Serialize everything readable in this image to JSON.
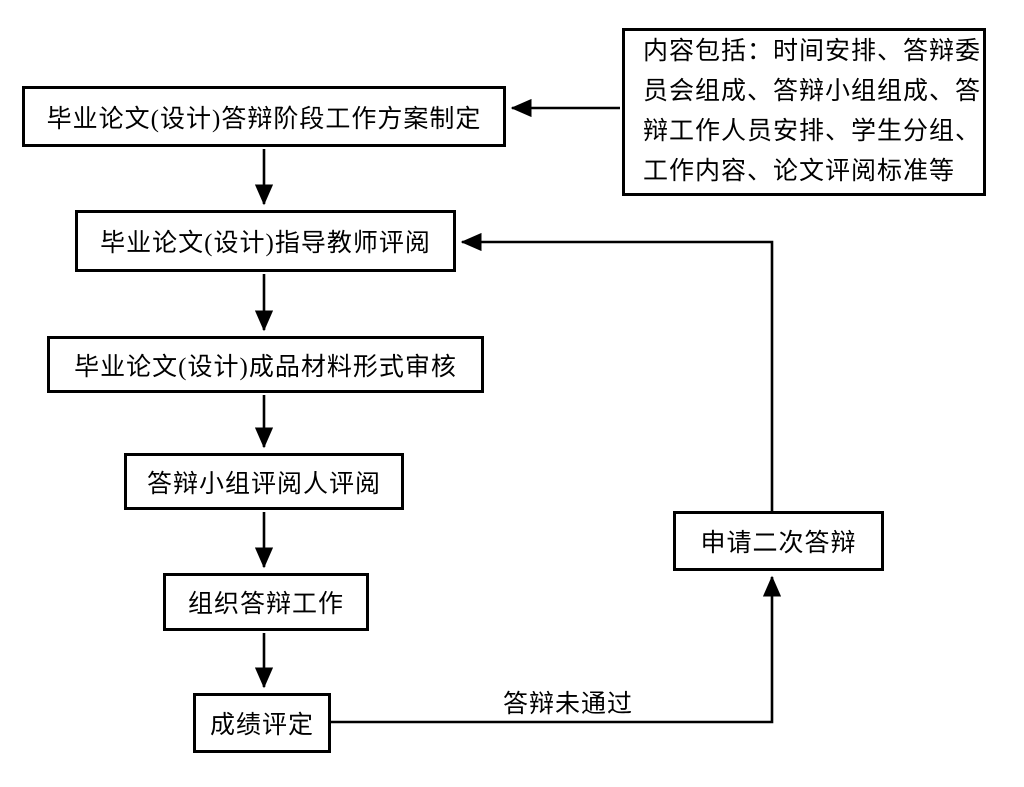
{
  "diagram": {
    "title_semantic": "graduation-thesis-defense-workflow",
    "boxes": {
      "plan": "毕业论文(设计)答辩阶段工作方案制定",
      "advisor_review": "毕业论文(设计)指导教师评阅",
      "material_check": "毕业论文(设计)成品材料形式审核",
      "group_review": "答辩小组评阅人评阅",
      "organize_defense": "组织答辩工作",
      "grading": "成绩评定",
      "second_defense": "申请二次答辩"
    },
    "note": {
      "full_text": "内容包括：时间安排、答辩委员会组成、答辩小组组成、答辩工作人员安排、学生分组、工作内容、论文评阅标准等",
      "lines": [
        "内容包括：时间安排、答辩委",
        "员会组成、答辩小组组成、答",
        "辩工作人员安排、学生分组、",
        "工作内容、论文评阅标准等"
      ]
    },
    "edge_labels": {
      "fail": "答辩未通过"
    },
    "colors": {
      "line": "#000000",
      "text": "#000000",
      "background": "#ffffff"
    }
  }
}
